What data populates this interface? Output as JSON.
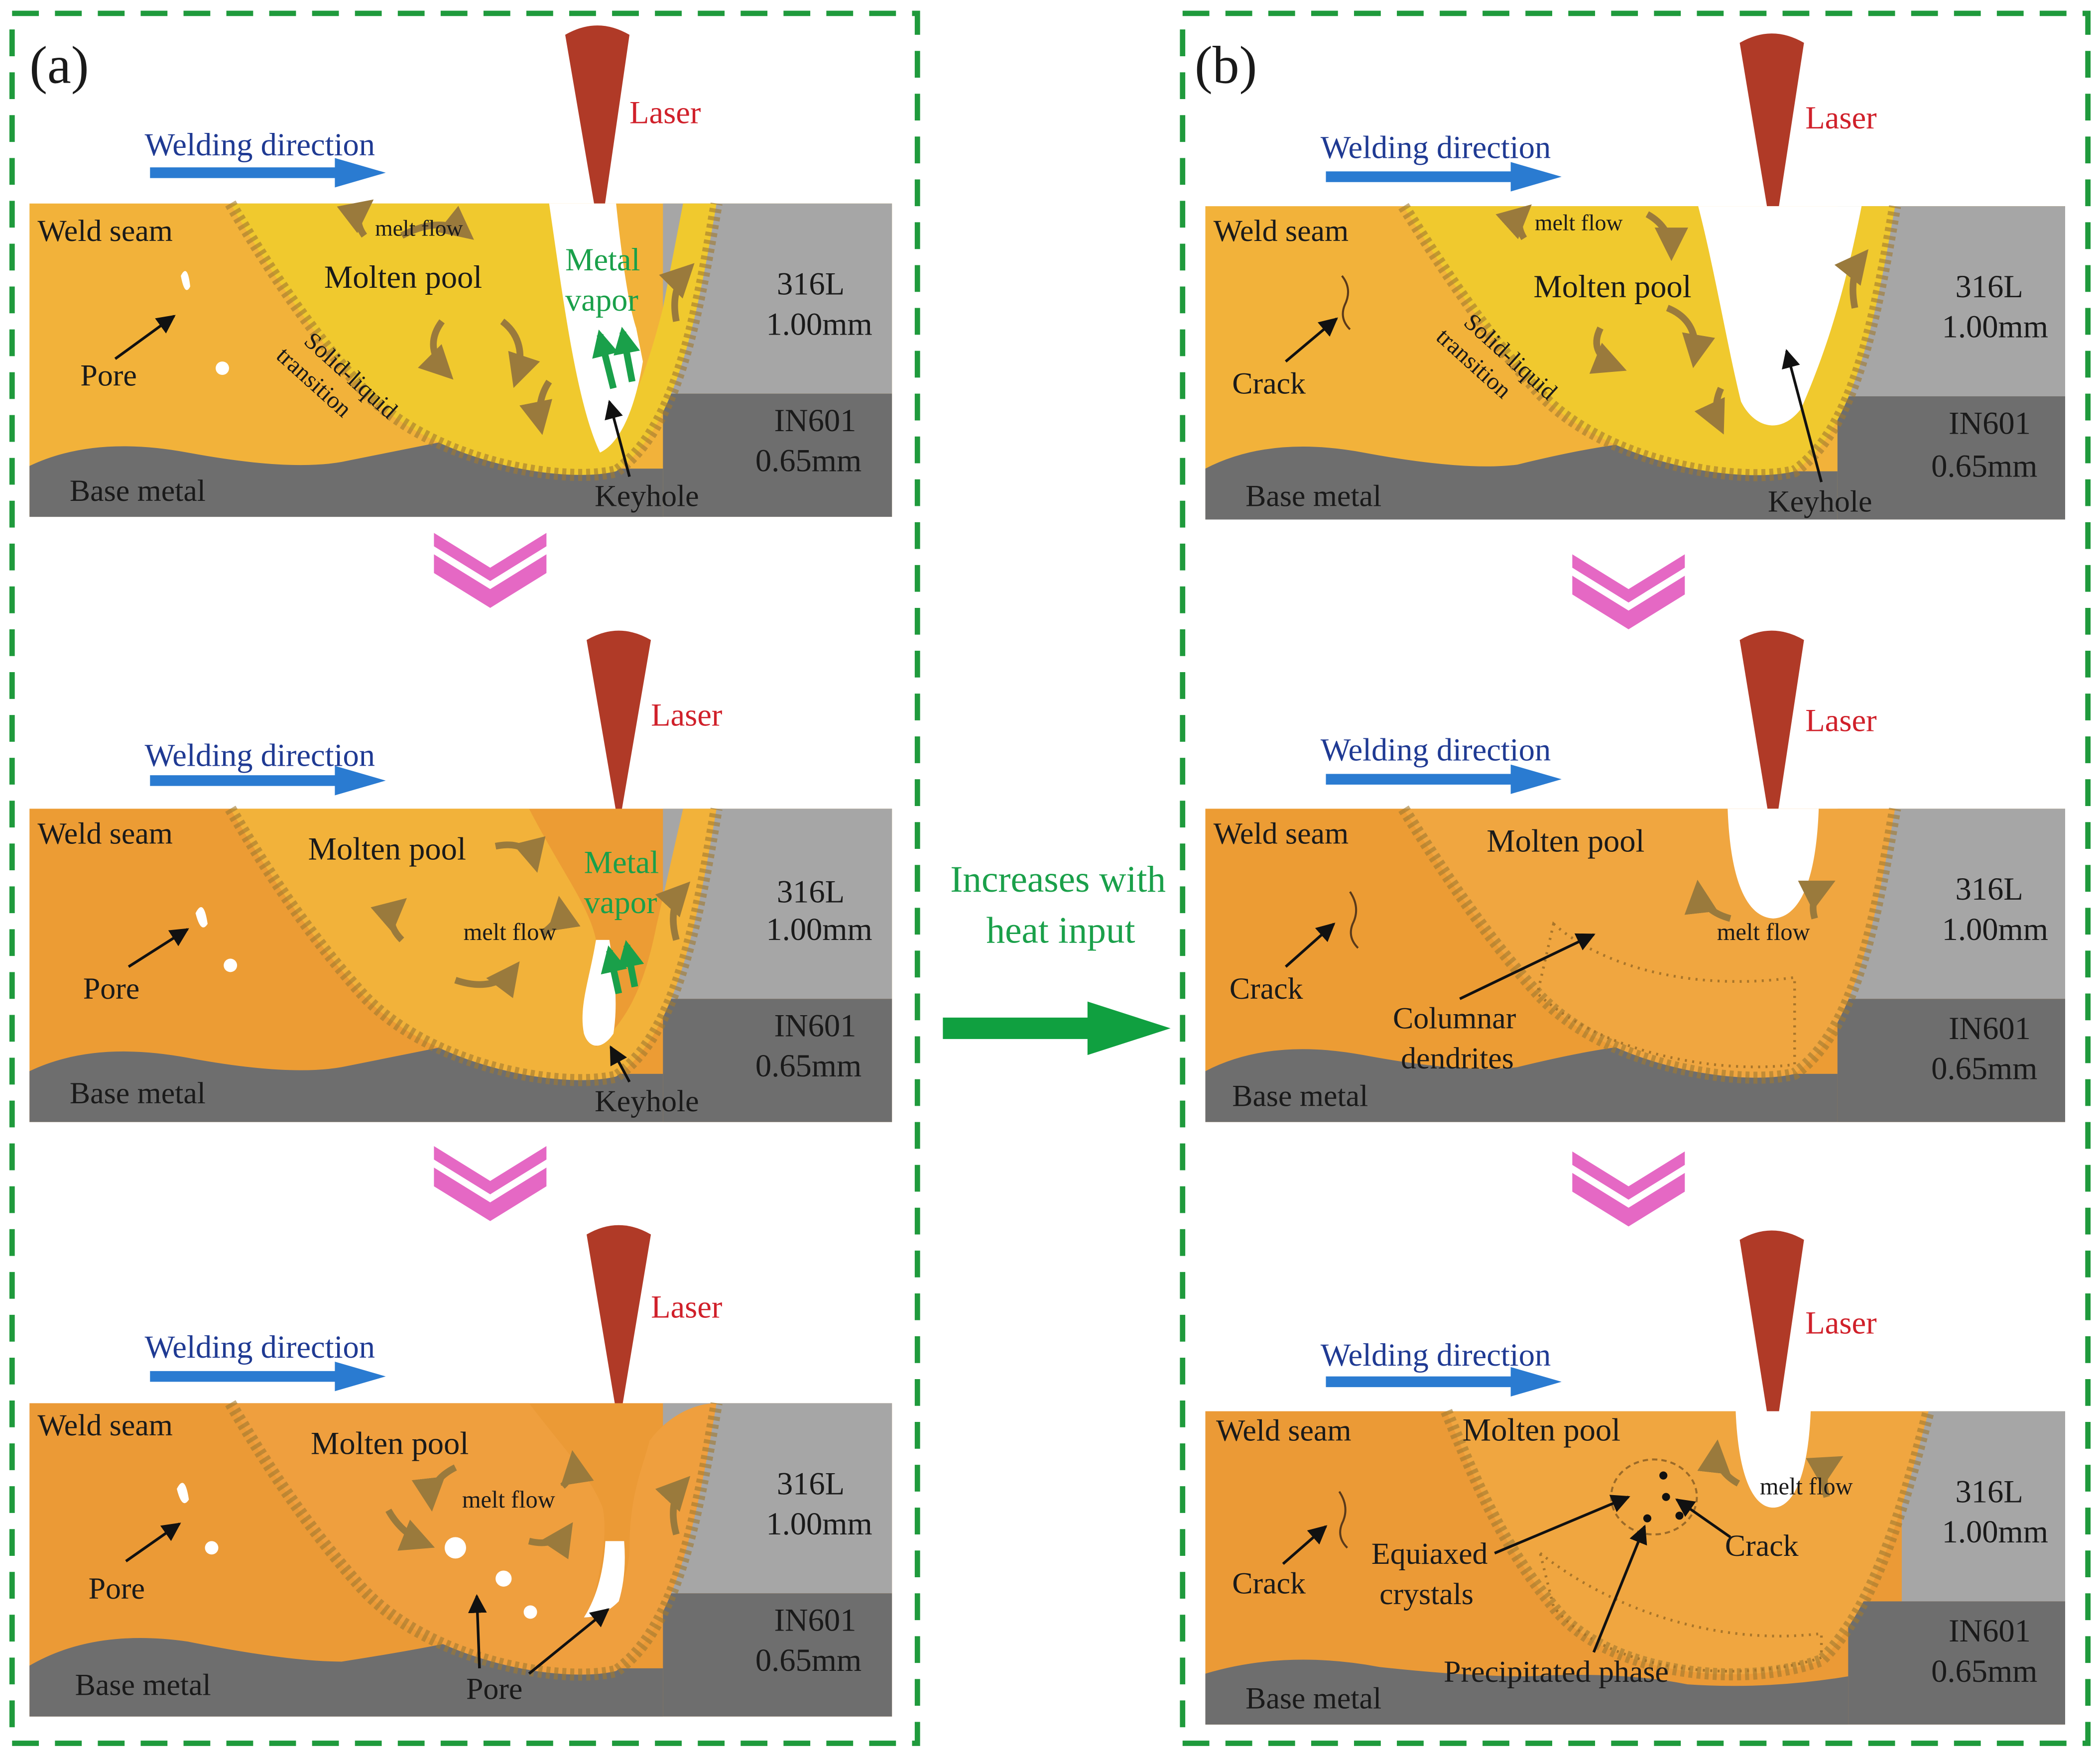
{
  "colors": {
    "frame_dash": "#1f9a3c",
    "base_gray": "#6e6e6e",
    "steel_gray": "#a6a6a6",
    "laser": "#b03a27",
    "direction_arrow": "#2a7bd1",
    "chevron": "#e568c4",
    "big_arrow": "#10a040",
    "flow_arrow": "#9a7a3c",
    "stage_fill": [
      "#f0c92e",
      "#f2b23a",
      "#eb9a36"
    ]
  },
  "panels": {
    "a": {
      "label": "(a)",
      "stages": [
        {
          "laser": "Laser",
          "direction": "Welding direction",
          "weld_seam": "Weld seam",
          "molten_pool": "Molten pool",
          "melt_flow": "melt flow",
          "metal_vapor_1": "Metal",
          "metal_vapor_2": "vapor",
          "pore": "Pore",
          "transition_1": "Solid-liquid",
          "transition_2": "transition",
          "steel_name": "316L",
          "steel_thk": "1.00mm",
          "alloy_name": "IN601",
          "alloy_thk": "0.65mm",
          "base_metal": "Base metal",
          "keyhole": "Keyhole"
        },
        {
          "laser": "Laser",
          "direction": "Welding direction",
          "weld_seam": "Weld seam",
          "molten_pool": "Molten pool",
          "melt_flow": "melt flow",
          "metal_vapor_1": "Metal",
          "metal_vapor_2": "vapor",
          "pore": "Pore",
          "steel_name": "316L",
          "steel_thk": "1.00mm",
          "alloy_name": "IN601",
          "alloy_thk": "0.65mm",
          "base_metal": "Base metal",
          "keyhole": "Keyhole"
        },
        {
          "laser": "Laser",
          "direction": "Welding direction",
          "weld_seam": "Weld seam",
          "molten_pool": "Molten pool",
          "melt_flow": "melt flow",
          "pore": "Pore",
          "pore_2": "Pore",
          "steel_name": "316L",
          "steel_thk": "1.00mm",
          "alloy_name": "IN601",
          "alloy_thk": "0.65mm",
          "base_metal": "Base metal"
        }
      ]
    },
    "b": {
      "label": "(b)",
      "stages": [
        {
          "laser": "Laser",
          "direction": "Welding direction",
          "weld_seam": "Weld seam",
          "molten_pool": "Molten pool",
          "melt_flow": "melt flow",
          "crack": "Crack",
          "transition_1": "Solid-liquid",
          "transition_2": "transition",
          "steel_name": "316L",
          "steel_thk": "1.00mm",
          "alloy_name": "IN601",
          "alloy_thk": "0.65mm",
          "base_metal": "Base metal",
          "keyhole": "Keyhole"
        },
        {
          "laser": "Laser",
          "direction": "Welding direction",
          "weld_seam": "Weld seam",
          "molten_pool": "Molten pool",
          "melt_flow": "melt flow",
          "crack": "Crack",
          "columnar_1": "Columnar",
          "columnar_2": "dendrites",
          "steel_name": "316L",
          "steel_thk": "1.00mm",
          "alloy_name": "IN601",
          "alloy_thk": "0.65mm",
          "base_metal": "Base metal"
        },
        {
          "laser": "Laser",
          "direction": "Welding direction",
          "weld_seam": "Weld seam",
          "molten_pool": "Molten pool",
          "melt_flow": "melt flow",
          "crack": "Crack",
          "crack_2": "Crack",
          "equiaxed_1": "Equiaxed",
          "equiaxed_2": "crystals",
          "precipitated": "Precipitated phase",
          "steel_name": "316L",
          "steel_thk": "1.00mm",
          "alloy_name": "IN601",
          "alloy_thk": "0.65mm",
          "base_metal": "Base metal"
        }
      ]
    }
  },
  "middle": {
    "line1": "Increases with",
    "line2": "heat input"
  }
}
